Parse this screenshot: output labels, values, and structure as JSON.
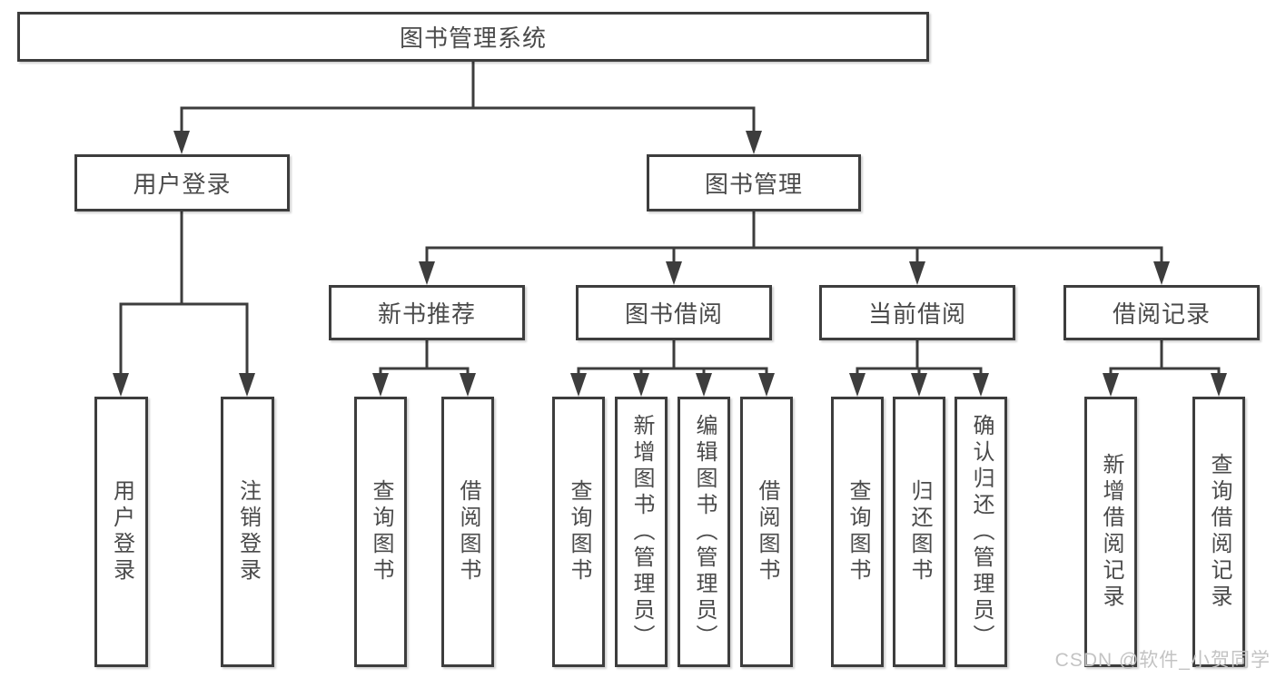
{
  "watermark": "CSDN @软件_小贺同学",
  "colors": {
    "line": "#3d3d3d",
    "box_border": "#3d3d3d",
    "box_fill": "#ffffff",
    "text": "#4a4a4a",
    "watermark": "#c3c3c3"
  },
  "tree": {
    "root": {
      "label": "图书管理系统"
    },
    "branches": [
      {
        "label": "用户登录",
        "children": [
          {
            "label": "用户登录"
          },
          {
            "label": "注销登录"
          }
        ]
      },
      {
        "label": "图书管理",
        "children": [
          {
            "label": "新书推荐",
            "children": [
              {
                "label": "查询图书"
              },
              {
                "label": "借阅图书"
              }
            ]
          },
          {
            "label": "图书借阅",
            "children": [
              {
                "label": "查询图书"
              },
              {
                "label": "新增图书（管理员）"
              },
              {
                "label": "编辑图书（管理员）"
              },
              {
                "label": "借阅图书"
              }
            ]
          },
          {
            "label": "当前借阅",
            "children": [
              {
                "label": "查询图书"
              },
              {
                "label": "归还图书"
              },
              {
                "label": "确认归还（管理员）"
              }
            ]
          },
          {
            "label": "借阅记录",
            "children": [
              {
                "label": "新增借阅记录"
              },
              {
                "label": "查询借阅记录"
              }
            ]
          }
        ]
      }
    ]
  }
}
